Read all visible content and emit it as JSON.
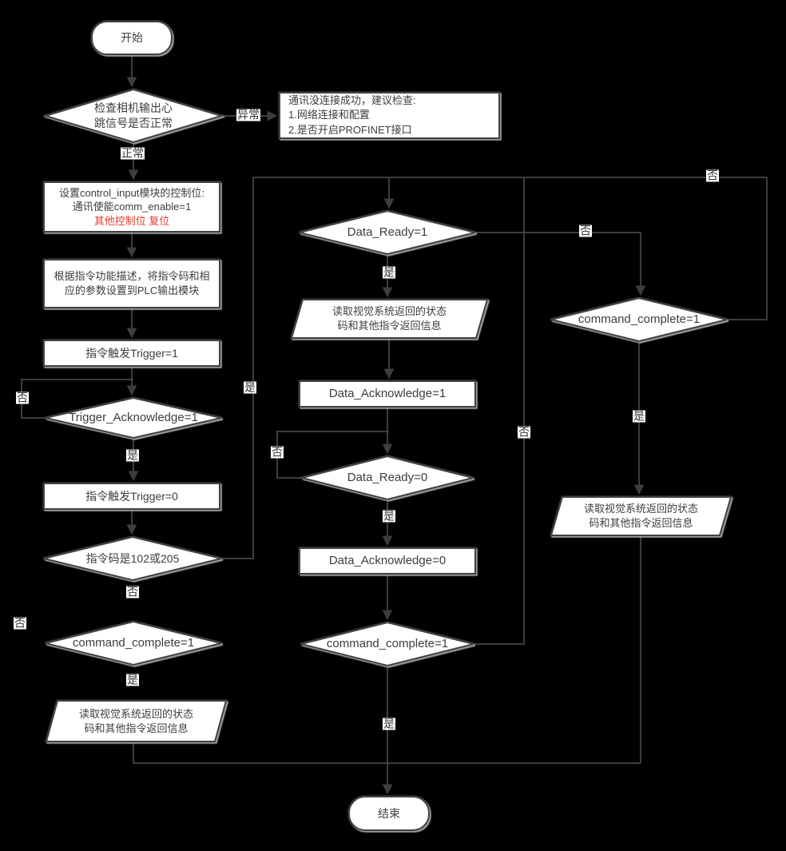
{
  "colors": {
    "background": "#000000",
    "shape_fill": "#ffffff",
    "shape_border": "#3f3f3f",
    "connector": "#3d3d3d",
    "node_text": "#3d3d3d",
    "warning_text_red": "#e8392b",
    "edge_label_bg": "#ffffff"
  },
  "nodes": {
    "start": {
      "type": "terminator",
      "text": "开始"
    },
    "check_heartbeat": {
      "type": "decision",
      "text": "检查相机输出心\n跳信号是否正常"
    },
    "comm_error": {
      "type": "process",
      "text": "通讯没连接成功，建议检查:\n1.网络连接和配置\n2.是否开启PROFINET接口"
    },
    "set_control_bits": {
      "type": "process",
      "line1": "设置control_input模块的控制位:",
      "line2": "通讯使能comm_enable=1",
      "line3": "其他控制位 复位"
    },
    "set_params": {
      "type": "process",
      "text": "根据指令功能描述，将指令码和相\n应的参数设置到PLC输出模块"
    },
    "trigger_on": {
      "type": "process",
      "text": "指令触发Trigger=1"
    },
    "trigger_ack": {
      "type": "decision",
      "text": "Trigger_Acknowledge=1"
    },
    "trigger_off": {
      "type": "process",
      "text": "指令触发Trigger=0"
    },
    "cmd_code": {
      "type": "decision",
      "text": "指令码是102或205"
    },
    "cc_left": {
      "type": "decision",
      "text": "command_complete=1"
    },
    "read_left": {
      "type": "data",
      "text": "读取视觉系统返回的状态\n码和其他指令返回信息"
    },
    "data_ready1": {
      "type": "decision",
      "text": "Data_Ready=1"
    },
    "read_mid": {
      "type": "data",
      "text": "读取视觉系统返回的状态\n码和其他指令返回信息"
    },
    "data_ack1": {
      "type": "process",
      "text": "Data_Acknowledge=1"
    },
    "data_ready0": {
      "type": "decision",
      "text": "Data_Ready=0"
    },
    "data_ack0": {
      "type": "process",
      "text": "Data_Acknowledge=0"
    },
    "cc_mid": {
      "type": "decision",
      "text": "command_complete=1"
    },
    "cc_right": {
      "type": "decision",
      "text": "command_complete=1"
    },
    "read_right": {
      "type": "data",
      "text": "读取视觉系统返回的状态\n码和其他指令返回信息"
    },
    "end": {
      "type": "terminator",
      "text": "结束"
    }
  },
  "edge_labels": {
    "abnormal": "异常",
    "normal": "正常",
    "yes": "是",
    "no": "否"
  }
}
